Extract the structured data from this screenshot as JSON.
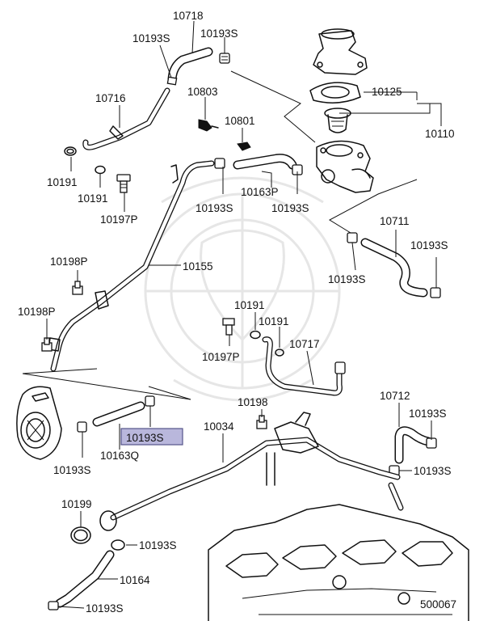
{
  "diagram": {
    "labels": {
      "l10718": "10718",
      "l10193s_top_left": "10193S",
      "l10193s_top_right": "10193S",
      "l10716": "10716",
      "l10803": "10803",
      "l10125": "10125",
      "l10110": "10110",
      "l10801": "10801",
      "l10191_a": "10191",
      "l10191_b": "10191",
      "l10197p_a": "10197P",
      "l10163p": "10163P",
      "l10193s_mid_left": "10193S",
      "l10193s_mid_right": "10193S",
      "l10711": "10711",
      "l10193s_711_right": "10193S",
      "l10193s_711_left": "10193S",
      "l10198p_a": "10198P",
      "l10155": "10155",
      "l10198p_b": "10198P",
      "l10191_c": "10191",
      "l10191_d": "10191",
      "l10197p_b": "10197P",
      "l10717": "10717",
      "l10193s_highlight": "10193S",
      "l10198": "10198",
      "l10034": "10034",
      "l10163q": "10163Q",
      "l10193s_cooler": "10193S",
      "l10712": "10712",
      "l10193s_712_top": "10193S",
      "l10193s_712_bottom": "10193S",
      "l10199": "10199",
      "l10193s_lower": "10193S",
      "l10164": "10164",
      "l10193s_bottom": "10193S",
      "diagram_code": "500067"
    },
    "highlight_color": "#b9b7dc"
  }
}
